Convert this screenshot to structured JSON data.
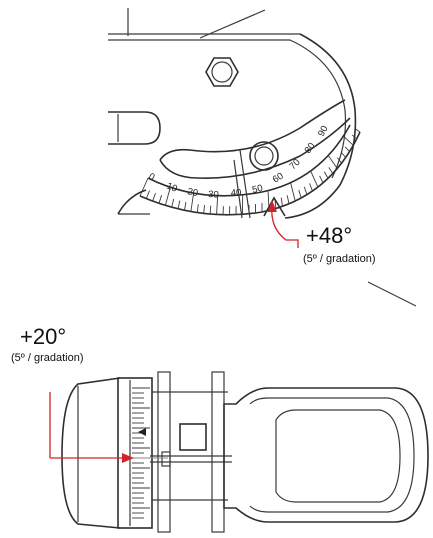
{
  "top_detail": {
    "angle_label": "+48°",
    "gradation_label": "(5º / gradation)",
    "scale_ticks": [
      "0",
      "10",
      "20",
      "30",
      "40",
      "50",
      "60",
      "70",
      "80",
      "90"
    ]
  },
  "bottom_detail": {
    "angle_label": "+20°",
    "gradation_label": "(5º / gradation)"
  },
  "colors": {
    "line": "#3a3a3a",
    "pointer": "#d1222a",
    "handle_fill": "#d9d9d9",
    "background": "#ffffff"
  }
}
